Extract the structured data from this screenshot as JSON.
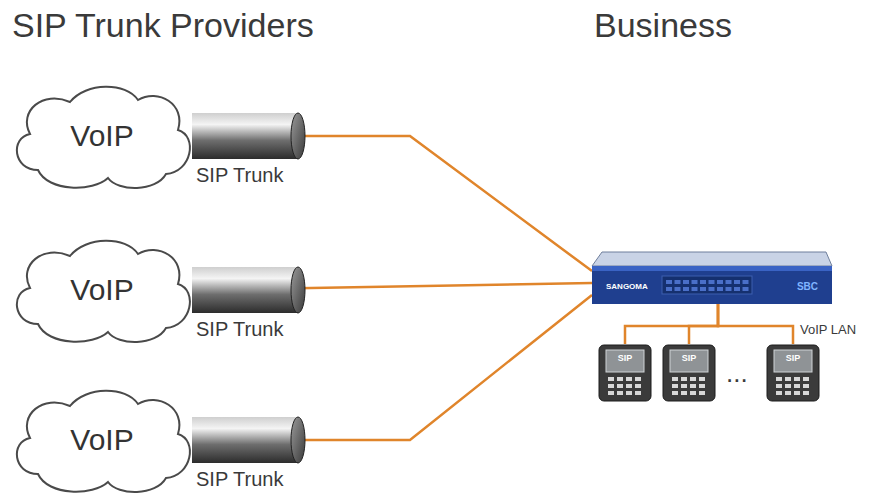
{
  "diagram": {
    "nodes": [
      {
        "text": [
          "VoIP"
        ]
      },
      {
        "text": [
          "VoIP"
        ]
      },
      {
        "text": [
          "VoIP"
        ]
      },
      {
        "text": [
          "SANGOMA",
          "SBC"
        ]
      },
      {
        "text": [
          "SIP"
        ]
      },
      {
        "text": [
          "SIP"
        ]
      },
      {
        "text": [
          "SIP"
        ]
      }
    ],
    "edges": [
      {
        "from": 0,
        "to": 3,
        "arrow": "none"
      },
      {
        "from": 1,
        "to": 3,
        "arrow": "none"
      },
      {
        "from": 2,
        "to": 3,
        "arrow": "none"
      },
      {
        "from": 3,
        "to": 4,
        "arrow": "none"
      },
      {
        "from": 3,
        "to": 5,
        "arrow": "none"
      },
      {
        "from": 3,
        "to": 6,
        "arrow": "none"
      }
    ],
    "labels": [
      "SIP Trunk Providers",
      "Business",
      "SIP Trunk",
      "SIP Trunk",
      "SIP Trunk",
      "...",
      "VoIP LAN"
    ]
  }
}
